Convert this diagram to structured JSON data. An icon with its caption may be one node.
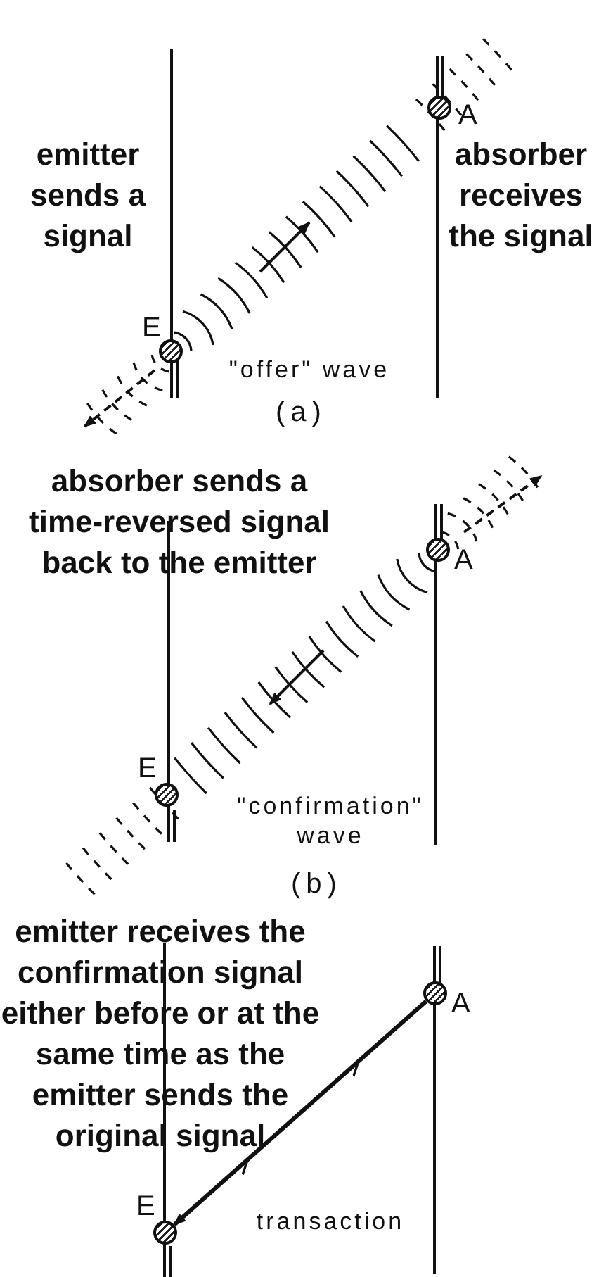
{
  "diagram": {
    "nodes": [
      {
        "text": [],
        "shape": "circle",
        "beside": [
          "E"
        ]
      },
      {
        "text": [],
        "shape": "circle",
        "beside": [
          "A"
        ]
      },
      {
        "text": [],
        "shape": "circle",
        "beside": [
          "A"
        ]
      },
      {
        "text": [],
        "shape": "circle",
        "beside": [
          "E"
        ]
      },
      {
        "text": [],
        "shape": "circle",
        "beside": [
          "A"
        ]
      },
      {
        "text": [],
        "shape": "circle",
        "beside": [
          "E"
        ]
      }
    ],
    "edges": [
      {
        "from": 4,
        "to": 5,
        "arrow": "to"
      }
    ],
    "labels": [
      "emitter sends a signal",
      "absorber receives the signal",
      "\"offer\" wave",
      "(a)",
      "absorber sends a time-reversed signal back to the emitter",
      "\"confirmation\" wave",
      "(b)",
      "emitter receives the confirmation signal either before or at the same time as the emitter sends the original signal",
      "transaction"
    ]
  }
}
